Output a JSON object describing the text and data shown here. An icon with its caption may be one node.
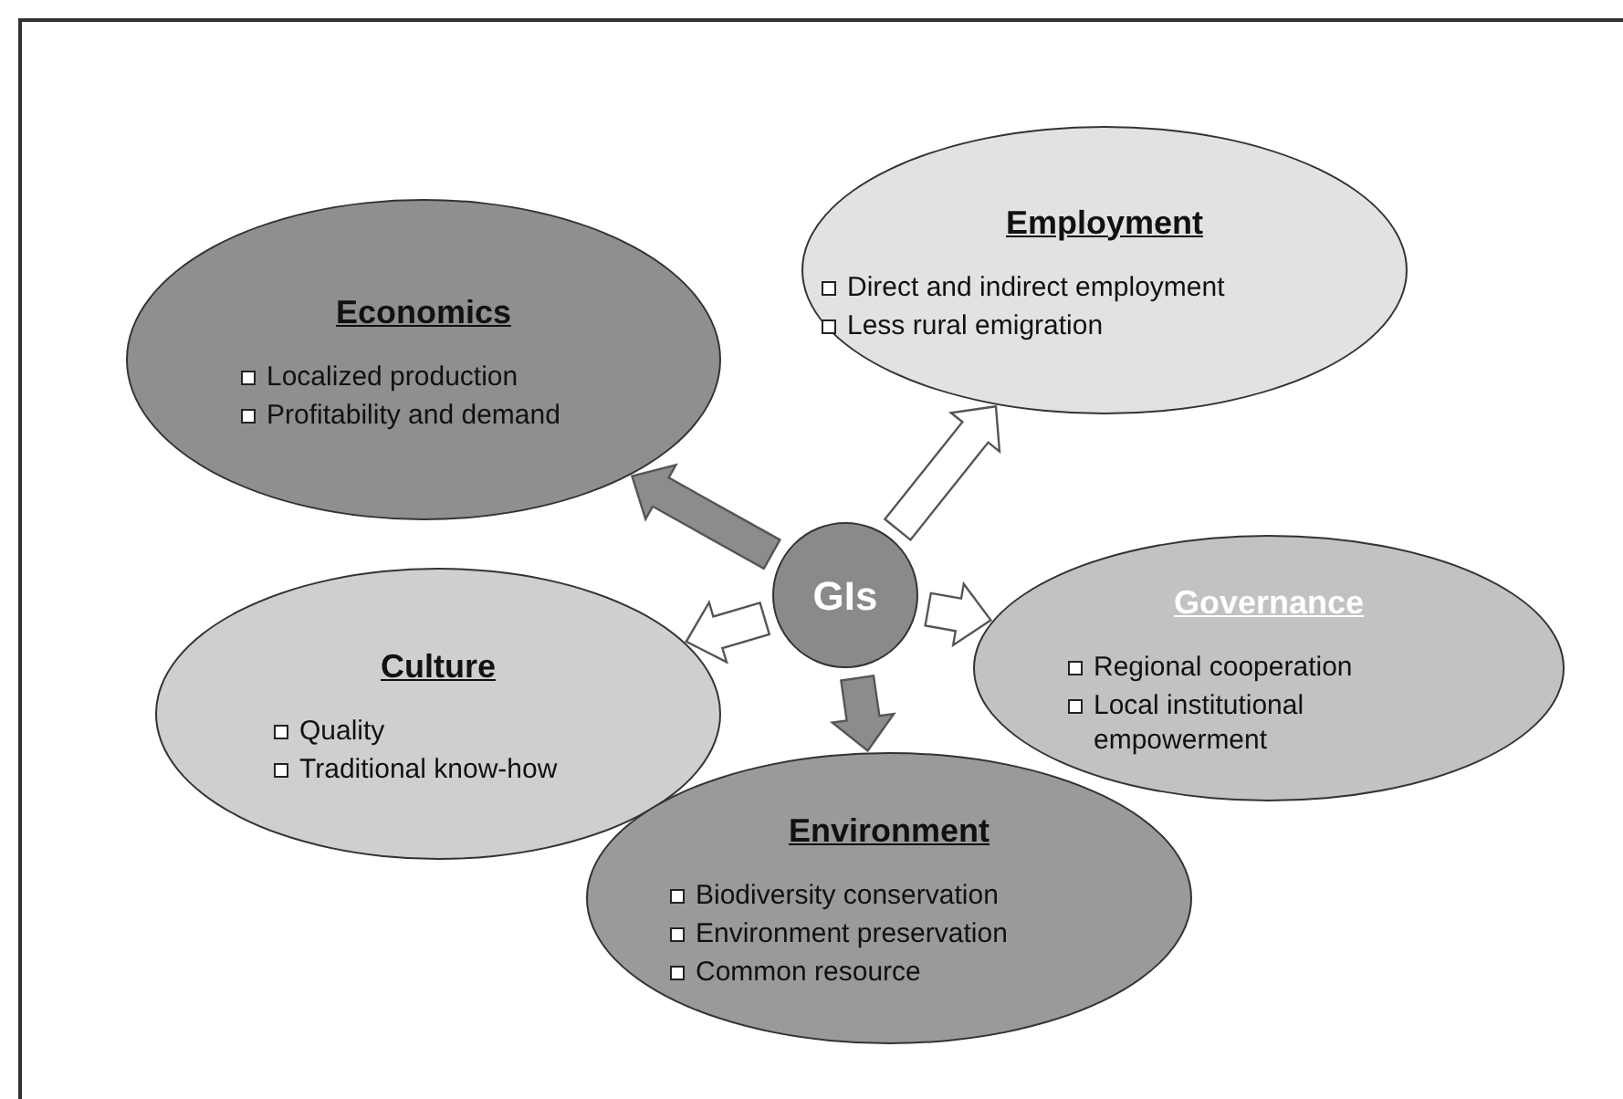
{
  "diagram": {
    "nodes": [
      {
        "text": [
          "GIs"
        ]
      },
      {
        "text": [
          "Economics",
          "Localized production",
          "Profitability and demand"
        ]
      },
      {
        "text": [
          "Employment",
          "Direct and indirect employment",
          "Less rural emigration"
        ]
      },
      {
        "text": [
          "Governance",
          "Regional cooperation",
          "Local institutional empowerment"
        ]
      },
      {
        "text": [
          "Culture",
          "Quality",
          "Traditional know-how"
        ]
      },
      {
        "text": [
          "Environment",
          "Biodiversity conservation",
          "Environment preservation",
          "Common resource"
        ]
      }
    ],
    "edges": [
      {
        "from": 0,
        "to": 1,
        "arrow": "to",
        "color": "#8c8c8c"
      },
      {
        "from": 0,
        "to": 2,
        "arrow": "to"
      },
      {
        "from": 0,
        "to": 3,
        "arrow": "to"
      },
      {
        "from": 0,
        "to": 4,
        "arrow": "to"
      },
      {
        "from": 0,
        "to": 5,
        "arrow": "to",
        "color": "#8c8c8c"
      }
    ]
  }
}
